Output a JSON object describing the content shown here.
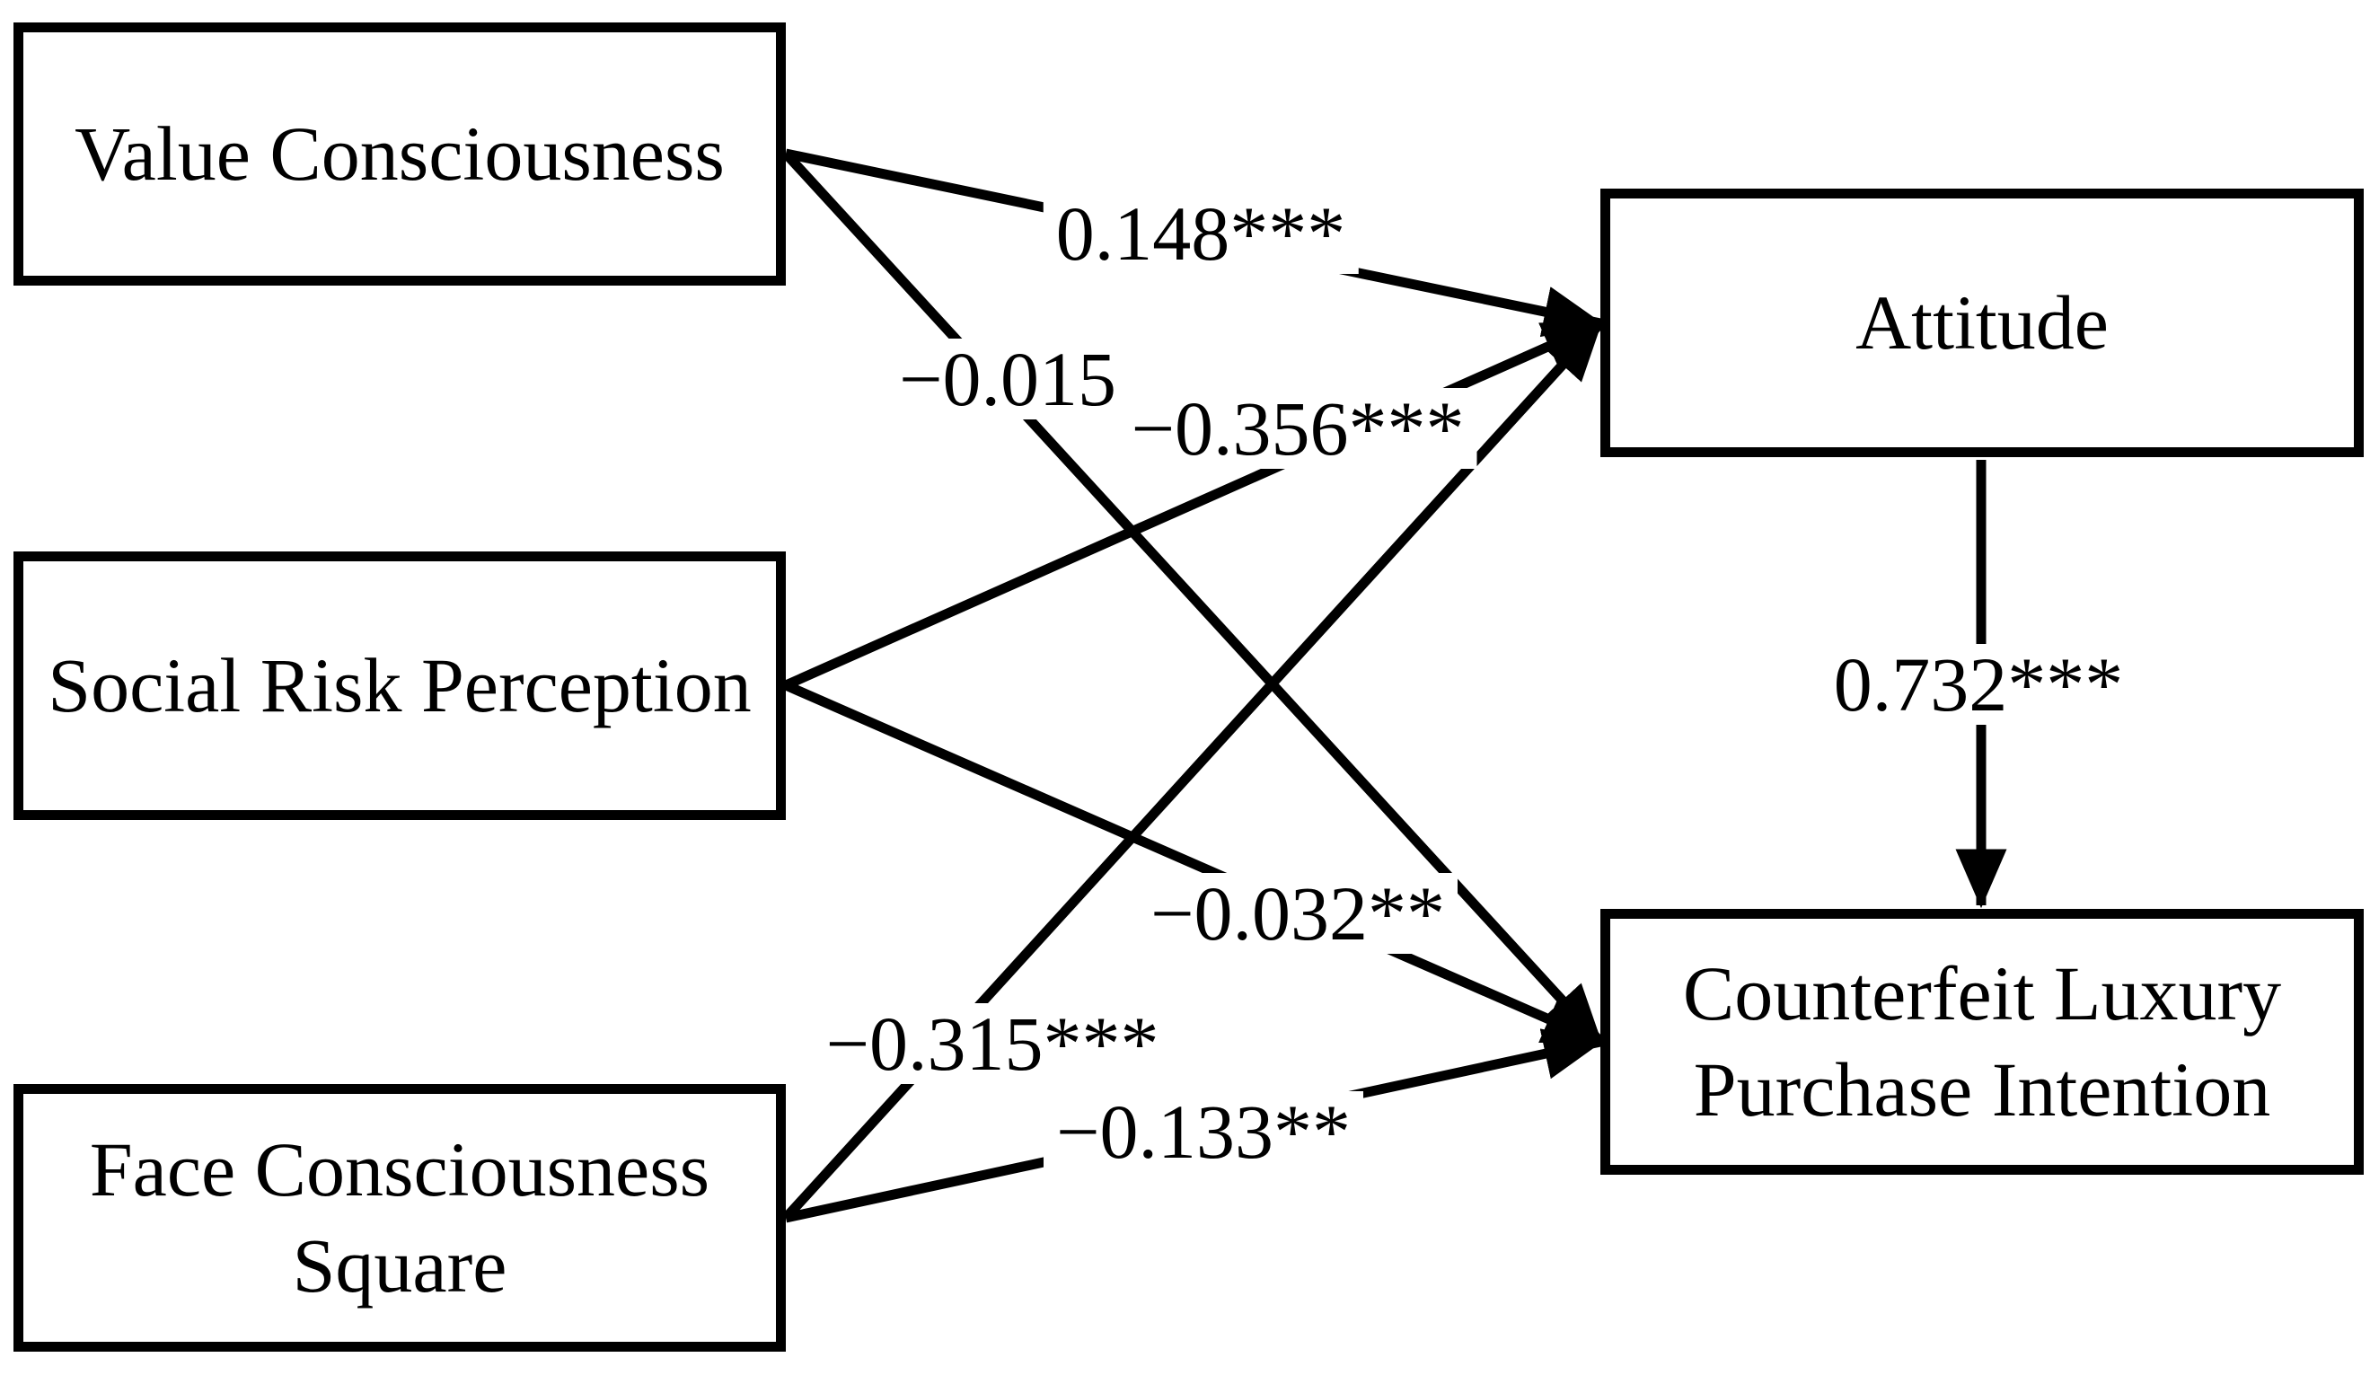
{
  "diagram": {
    "background_color": "#ffffff",
    "line_color": "#000000",
    "text_color": "#000000",
    "nodes": [
      {
        "id": "value-consciousness",
        "lines": [
          "Value Consciousness"
        ]
      },
      {
        "id": "social-risk-perception",
        "lines": [
          "Social Risk Perception"
        ]
      },
      {
        "id": "face-consciousness-square",
        "lines": [
          "Face Consciousness",
          "Square"
        ]
      },
      {
        "id": "attitude",
        "lines": [
          "Attitude"
        ]
      },
      {
        "id": "counterfeit-luxury-purchase-intention",
        "lines": [
          "Counterfeit Luxury",
          "Purchase Intention"
        ]
      }
    ],
    "edges": [
      {
        "from": "value-consciousness",
        "to": "attitude",
        "coefficient": "0.148***"
      },
      {
        "from": "value-consciousness",
        "to": "counterfeit-luxury-purchase-intention",
        "coefficient": "−0.015"
      },
      {
        "from": "social-risk-perception",
        "to": "attitude",
        "coefficient": "−0.356***"
      },
      {
        "from": "social-risk-perception",
        "to": "counterfeit-luxury-purchase-intention",
        "coefficient": "−0.032**"
      },
      {
        "from": "face-consciousness-square",
        "to": "attitude",
        "coefficient": "−0.315***"
      },
      {
        "from": "face-consciousness-square",
        "to": "counterfeit-luxury-purchase-intention",
        "coefficient": "−0.133**"
      },
      {
        "from": "attitude",
        "to": "counterfeit-luxury-purchase-intention",
        "coefficient": "0.732***"
      }
    ]
  }
}
